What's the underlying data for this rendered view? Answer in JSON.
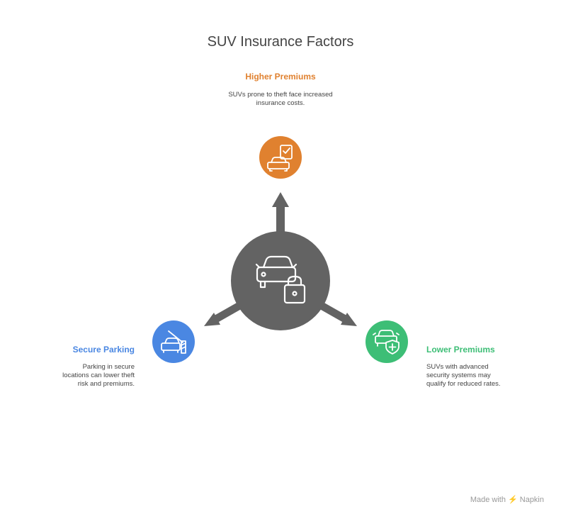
{
  "title": "SUV Insurance Factors",
  "center": {
    "icon": "car-lock-icon",
    "color": "#636363"
  },
  "nodes": {
    "top": {
      "heading": "Higher Premiums",
      "description": "SUVs prone to theft face increased insurance costs.",
      "color": "#E0812F",
      "icon": "car-checklist-icon"
    },
    "left": {
      "heading": "Secure Parking",
      "description": "Parking in secure locations can lower theft risk and premiums.",
      "color": "#4A87E2",
      "icon": "car-barrier-icon"
    },
    "right": {
      "heading": "Lower Premiums",
      "description": "SUVs with advanced security systems may qualify for reduced rates.",
      "color": "#3DBE76",
      "icon": "car-shield-icon"
    }
  },
  "credit": "Made with ⚡ Napkin"
}
